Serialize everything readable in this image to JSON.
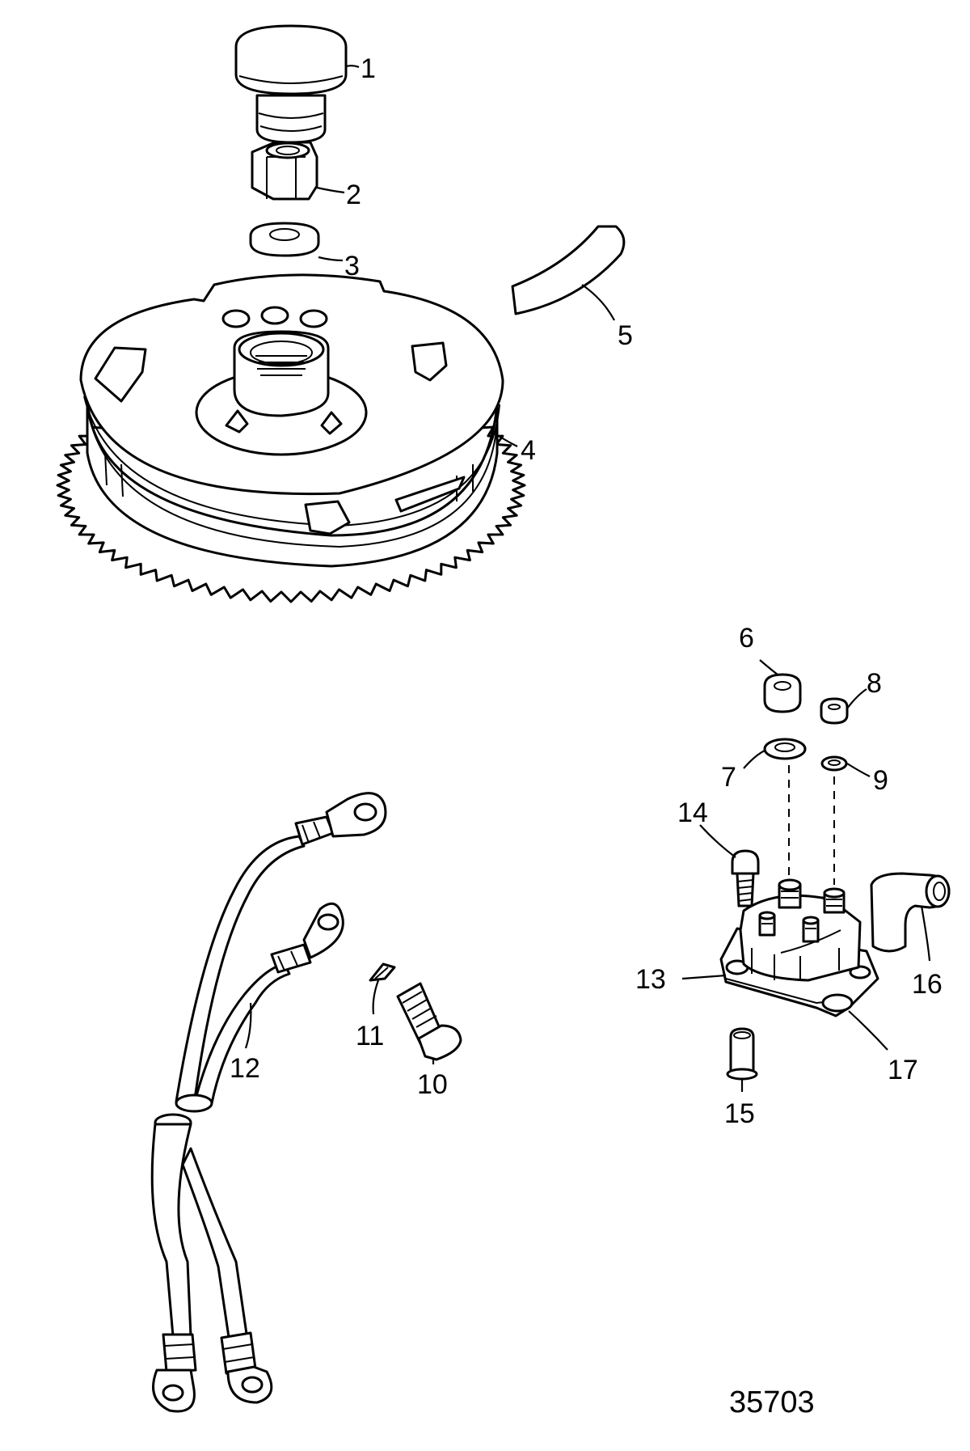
{
  "callouts": {
    "c1": "1",
    "c2": "2",
    "c3": "3",
    "c4": "4",
    "c5": "5",
    "c6": "6",
    "c7": "7",
    "c8": "8",
    "c9": "9",
    "c10": "10",
    "c11": "11",
    "c12": "12",
    "c13": "13",
    "c14": "14",
    "c15": "15",
    "c16": "16",
    "c17": "17"
  },
  "figure_id": "35703"
}
